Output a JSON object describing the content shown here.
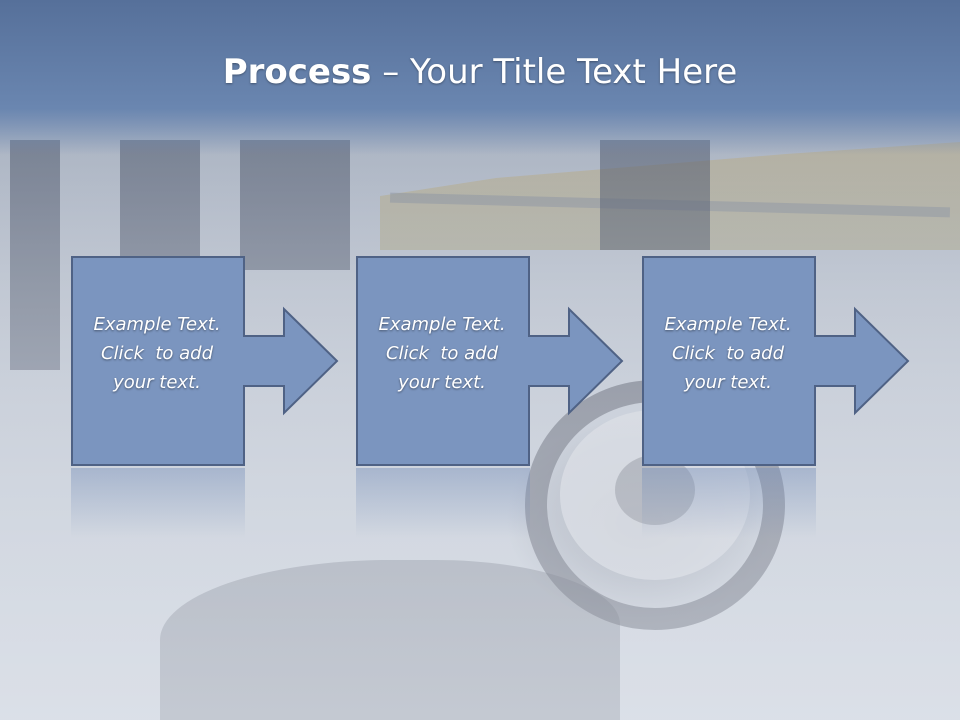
{
  "title": {
    "bold": "Process",
    "rest": " – Your Title Text Here"
  },
  "steps": [
    {
      "line1": "Example Text.",
      "line2": "Click  to add",
      "line3": "your text."
    },
    {
      "line1": "Example Text.",
      "line2": "Click  to add",
      "line3": "your text."
    },
    {
      "line1": "Example Text.",
      "line2": "Click  to add",
      "line3": "your text."
    }
  ],
  "colors": {
    "box_fill": "#7b95bf",
    "box_stroke": "#4f6285",
    "title_band": "#6a86b0"
  }
}
